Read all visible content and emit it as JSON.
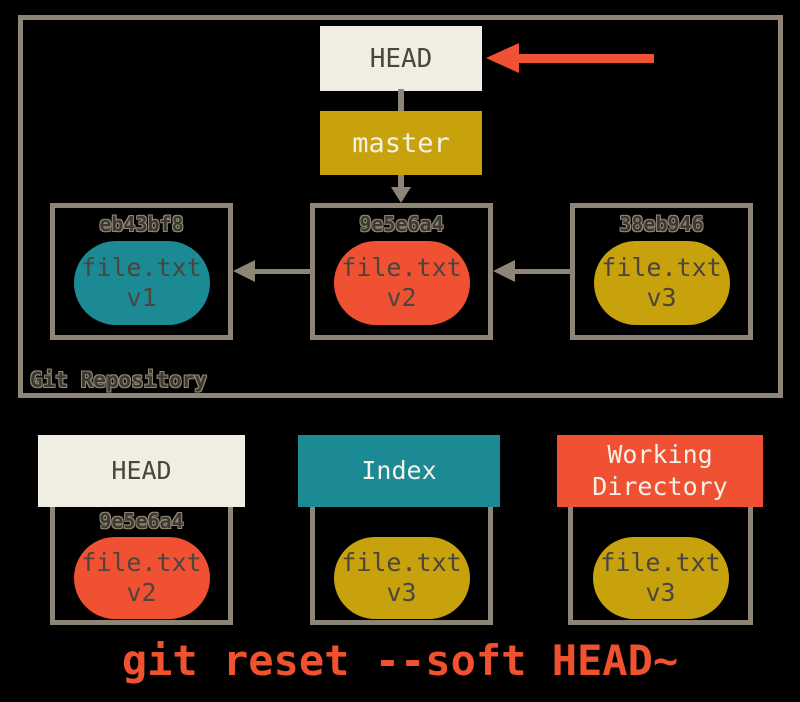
{
  "colors": {
    "background": "#000000",
    "border-gray": "#8e8577",
    "cream": "#f0eee2",
    "gold": "#c7a20d",
    "teal": "#1b8a94",
    "red": "#f05133",
    "dark-text": "#4b453d",
    "cream-text": "#f4f1e6",
    "hash-text": "#3e382f",
    "hash-outline": "#8f8879",
    "caption-red": "#f0512e"
  },
  "repository": {
    "label": "Git Repository",
    "head": {
      "label": "HEAD"
    },
    "branch": {
      "label": "master"
    },
    "commits": [
      {
        "hash": "eb43bf8",
        "file": "file.txt",
        "version": "v1",
        "color": "teal"
      },
      {
        "hash": "9e5e6a4",
        "file": "file.txt",
        "version": "v2",
        "color": "red"
      },
      {
        "hash": "38eb946",
        "file": "file.txt",
        "version": "v3",
        "color": "gold"
      }
    ]
  },
  "areas": [
    {
      "title": "HEAD",
      "header_color": "cream",
      "hash": "9e5e6a4",
      "file": "file.txt",
      "version": "v2",
      "pill_color": "red"
    },
    {
      "title": "Index",
      "header_color": "teal",
      "hash": "",
      "file": "file.txt",
      "version": "v3",
      "pill_color": "gold"
    },
    {
      "title": "Working Directory",
      "header_color": "red",
      "hash": "",
      "file": "file.txt",
      "version": "v3",
      "pill_color": "gold"
    }
  ],
  "caption": "git reset --soft HEAD~"
}
